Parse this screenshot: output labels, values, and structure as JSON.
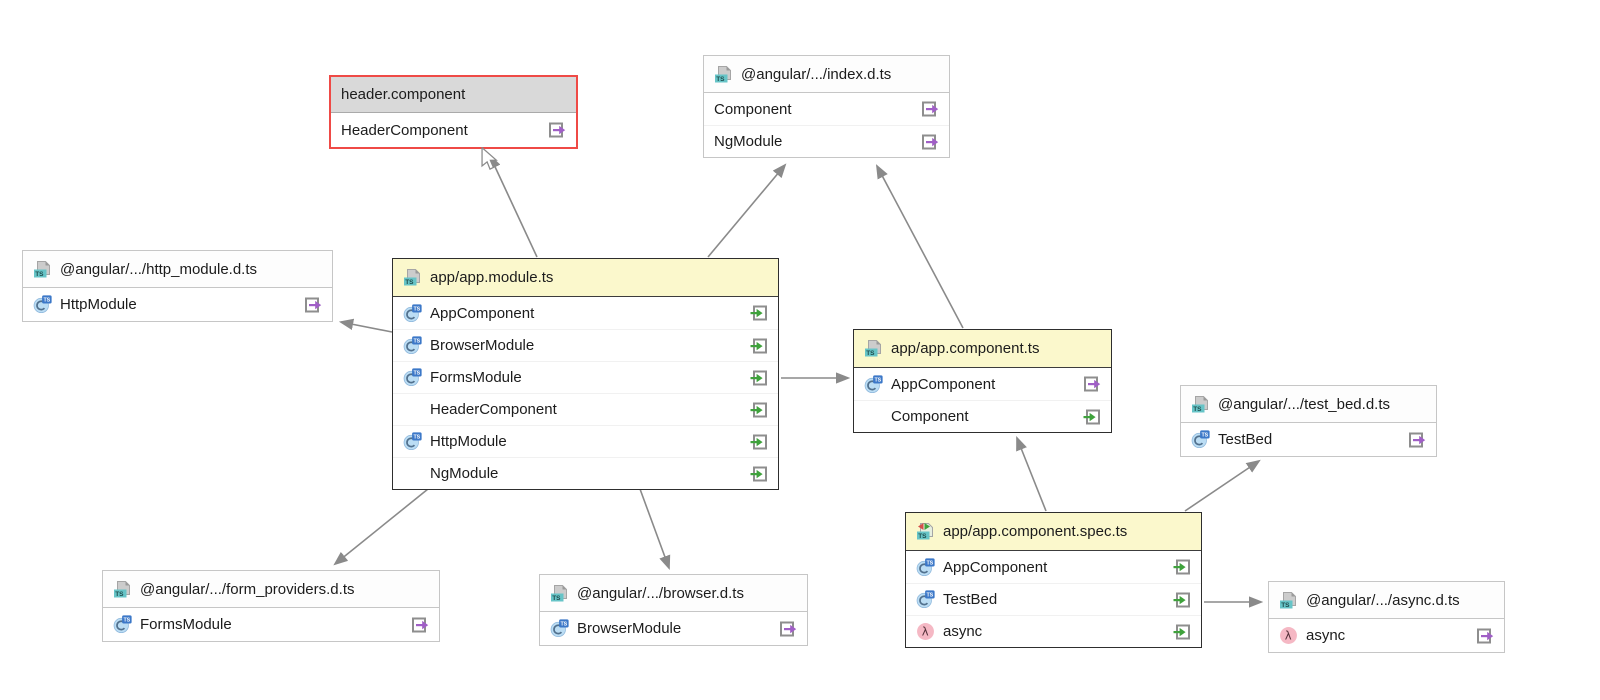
{
  "nodes": {
    "headerComponent": {
      "title": "header.component",
      "selected": true,
      "rows": [
        {
          "label": "HeaderComponent",
          "member_icon": "",
          "direction_icon": "export-icon"
        }
      ]
    },
    "indexDts": {
      "title": "@angular/.../index.d.ts",
      "file_icon": "typescript-file-icon",
      "rows": [
        {
          "label": "Component",
          "member_icon": "",
          "direction_icon": "export-icon"
        },
        {
          "label": "NgModule",
          "member_icon": "",
          "direction_icon": "export-icon"
        }
      ]
    },
    "httpModuleDts": {
      "title": "@angular/.../http_module.d.ts",
      "file_icon": "typescript-file-icon",
      "rows": [
        {
          "label": "HttpModule",
          "member_icon": "typescript-class-icon",
          "direction_icon": "export-icon"
        }
      ]
    },
    "appModule": {
      "title": "app/app.module.ts",
      "file_icon": "typescript-file-icon",
      "rows": [
        {
          "label": "AppComponent",
          "member_icon": "typescript-class-icon",
          "direction_icon": "import-icon"
        },
        {
          "label": "BrowserModule",
          "member_icon": "typescript-class-icon",
          "direction_icon": "import-icon"
        },
        {
          "label": "FormsModule",
          "member_icon": "typescript-class-icon",
          "direction_icon": "import-icon"
        },
        {
          "label": "HeaderComponent",
          "member_icon": "",
          "direction_icon": "import-icon"
        },
        {
          "label": "HttpModule",
          "member_icon": "typescript-class-icon",
          "direction_icon": "import-icon"
        },
        {
          "label": "NgModule",
          "member_icon": "",
          "direction_icon": "import-icon"
        }
      ]
    },
    "appComponent": {
      "title": "app/app.component.ts",
      "file_icon": "typescript-file-icon",
      "rows": [
        {
          "label": "AppComponent",
          "member_icon": "typescript-class-icon",
          "direction_icon": "export-icon"
        },
        {
          "label": "Component",
          "member_icon": "",
          "direction_icon": "import-icon"
        }
      ]
    },
    "testBedDts": {
      "title": "@angular/.../test_bed.d.ts",
      "file_icon": "typescript-file-icon",
      "rows": [
        {
          "label": "TestBed",
          "member_icon": "typescript-class-icon",
          "direction_icon": "export-icon"
        }
      ]
    },
    "appComponentSpec": {
      "title": "app/app.component.spec.ts",
      "file_icon": "typescript-spec-file-icon",
      "rows": [
        {
          "label": "AppComponent",
          "member_icon": "typescript-class-icon",
          "direction_icon": "import-icon"
        },
        {
          "label": "TestBed",
          "member_icon": "typescript-class-icon",
          "direction_icon": "import-icon"
        },
        {
          "label": "async",
          "member_icon": "lambda-function-icon",
          "direction_icon": "import-icon"
        }
      ]
    },
    "formProvidersDts": {
      "title": "@angular/.../form_providers.d.ts",
      "file_icon": "typescript-file-icon",
      "rows": [
        {
          "label": "FormsModule",
          "member_icon": "typescript-class-icon",
          "direction_icon": "export-icon"
        }
      ]
    },
    "browserDts": {
      "title": "@angular/.../browser.d.ts",
      "file_icon": "typescript-file-icon",
      "rows": [
        {
          "label": "BrowserModule",
          "member_icon": "typescript-class-icon",
          "direction_icon": "export-icon"
        }
      ]
    },
    "asyncDts": {
      "title": "@angular/.../async.d.ts",
      "file_icon": "typescript-file-icon",
      "rows": [
        {
          "label": "async",
          "member_icon": "lambda-function-icon",
          "direction_icon": "export-icon"
        }
      ]
    }
  },
  "edges": [
    {
      "from": "app/app.module.ts",
      "to": "header.component"
    },
    {
      "from": "app/app.module.ts",
      "to": "@angular/.../index.d.ts"
    },
    {
      "from": "app/app.component.ts",
      "to": "@angular/.../index.d.ts"
    },
    {
      "from": "app/app.module.ts",
      "to": "@angular/.../http_module.d.ts"
    },
    {
      "from": "app/app.module.ts",
      "to": "app/app.component.ts"
    },
    {
      "from": "app/app.module.ts",
      "to": "@angular/.../form_providers.d.ts"
    },
    {
      "from": "app/app.module.ts",
      "to": "@angular/.../browser.d.ts"
    },
    {
      "from": "app/app.component.spec.ts",
      "to": "app/app.component.ts"
    },
    {
      "from": "app/app.component.spec.ts",
      "to": "@angular/.../test_bed.d.ts"
    },
    {
      "from": "app/app.component.spec.ts",
      "to": "@angular/.../async.d.ts"
    }
  ],
  "colors": {
    "app_header_yellow": "#fbf8cc",
    "selected_border_red": "#ef4a46",
    "selected_header_gray": "#d9d9d9",
    "export_purple": "#a05fc6",
    "import_green": "#3fa23c",
    "edge_gray": "#8a8a8a",
    "ts_label_teal": "#66c4c7",
    "class_icon_blue": "#bbddf4",
    "lambda_icon_pink": "#f5b8c4"
  }
}
